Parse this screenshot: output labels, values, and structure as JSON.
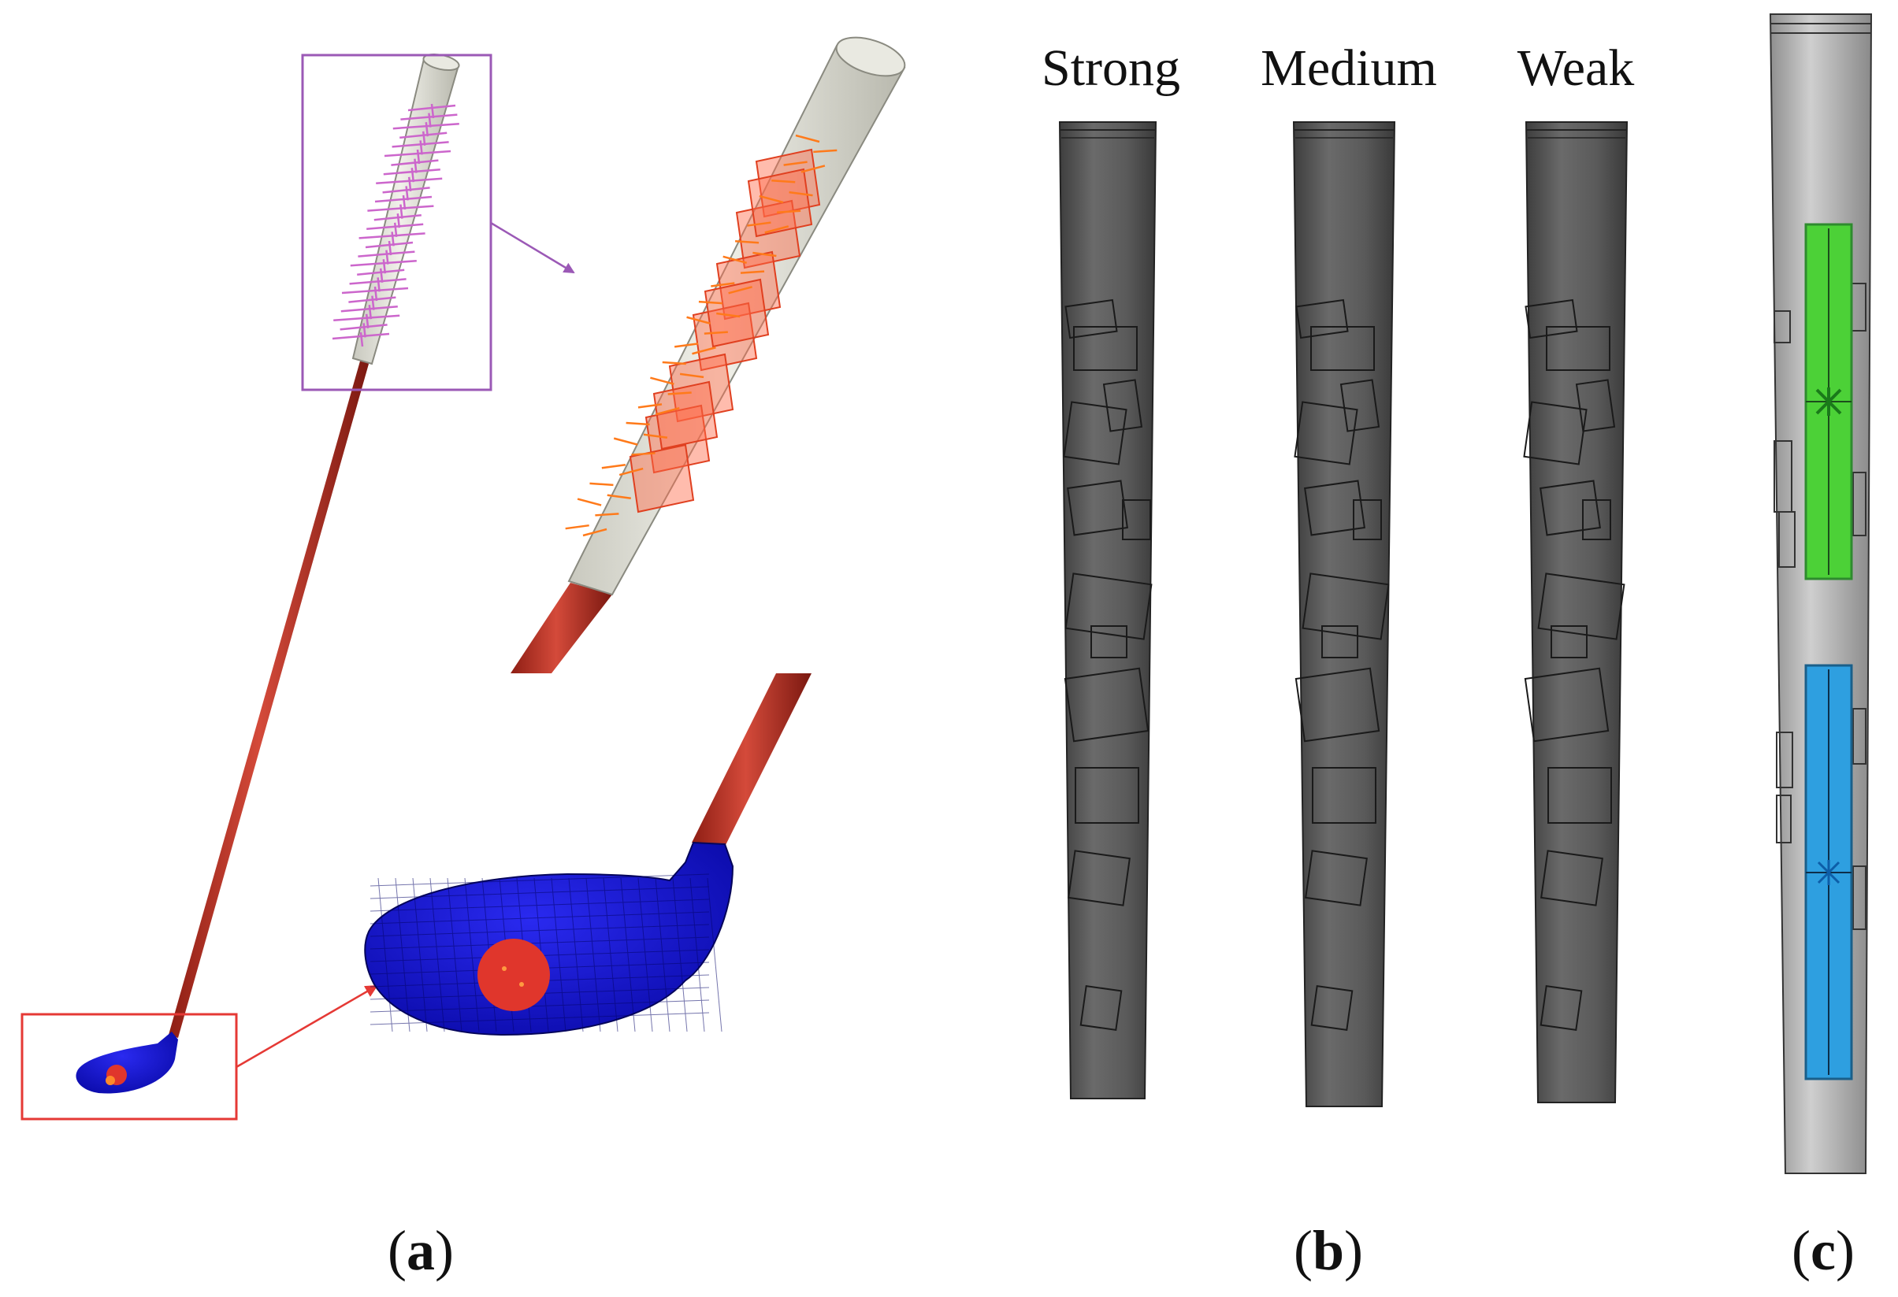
{
  "panels": {
    "a": {
      "label_open": "(",
      "label_letter": "a",
      "label_close": ")"
    },
    "b": {
      "label_open": "(",
      "label_letter": "b",
      "label_close": ")",
      "grip_titles": [
        "Strong",
        "Medium",
        "Weak"
      ]
    },
    "c": {
      "label_open": "(",
      "label_letter": "c",
      "label_close": ")"
    }
  },
  "colors": {
    "club_head": "#1a1ad6",
    "shaft": "#c0392b",
    "grip_light": "#e4e4dc",
    "impact_spot": "#e0362c",
    "load_arrows_overview": "#cc66cc",
    "load_arrows_detail": "#ff7a1a",
    "callout_grip_box": "#9b59b6",
    "callout_head_box": "#e53935",
    "grip_dark": "#5a5a5a",
    "sensor_green": "#4cd137",
    "sensor_blue": "#2e9fe0"
  }
}
